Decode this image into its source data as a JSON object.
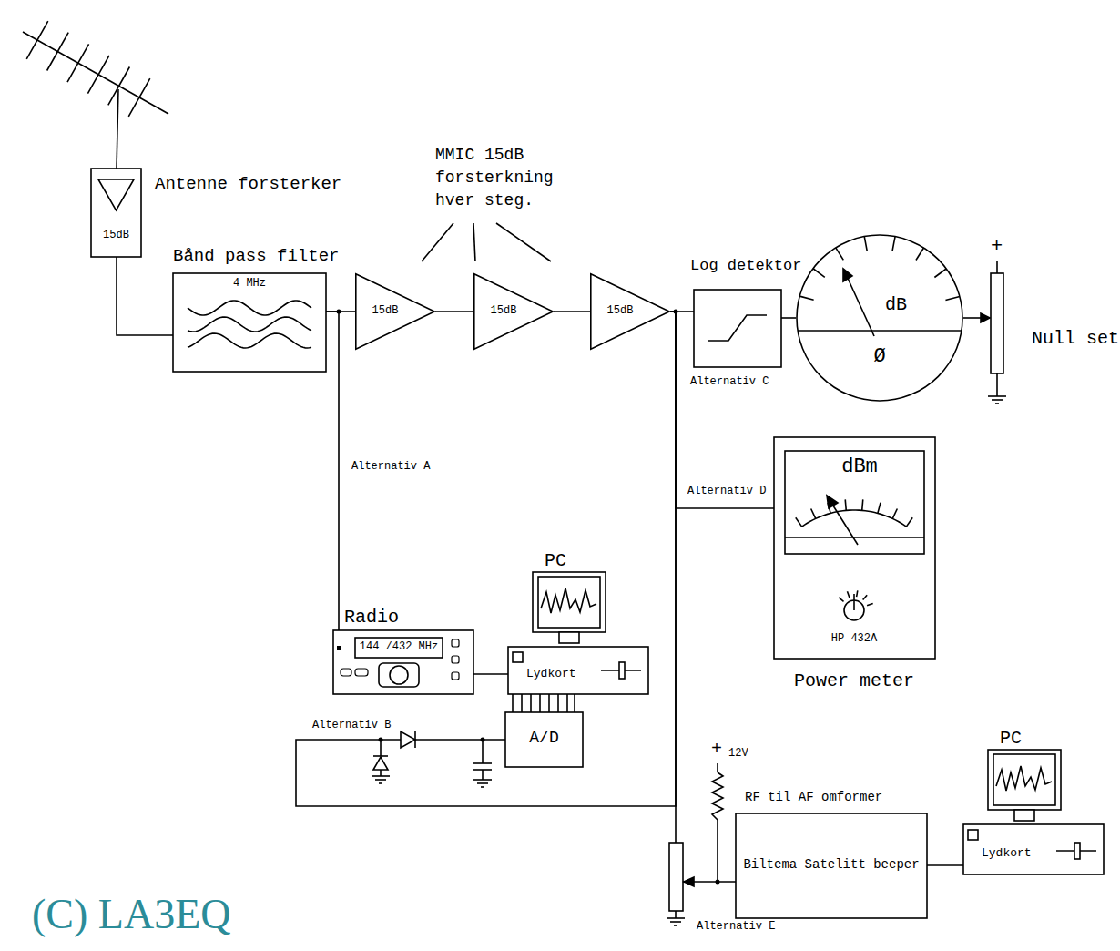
{
  "diagram": {
    "nodes": [
      {
        "text": [
          "Antenne forsterker",
          "15dB"
        ]
      },
      {
        "text": [
          "Bånd pass filter",
          "4 MHz"
        ]
      },
      {
        "text": [
          "15dB"
        ]
      },
      {
        "text": [
          "15dB"
        ]
      },
      {
        "text": [
          "15dB"
        ]
      },
      {
        "text": [
          "Log detektor"
        ]
      },
      {
        "text": [
          "dB",
          "Ø"
        ]
      },
      {
        "text": [
          "dBm",
          "HP 432A",
          "Power meter"
        ]
      },
      {
        "text": [
          "Radio",
          "144 /432 MHz"
        ]
      },
      {
        "text": [
          "PC",
          "Lydkort"
        ]
      },
      {
        "text": [
          "A/D"
        ]
      },
      {
        "text": [
          "RF til AF omformer",
          "Biltema Satelitt beeper"
        ]
      },
      {
        "text": [
          "PC",
          "Lydkort"
        ]
      }
    ],
    "edges": [
      {
        "from": 0,
        "to": 1,
        "arrow": "none"
      },
      {
        "from": 1,
        "to": 2,
        "arrow": "none"
      },
      {
        "from": 2,
        "to": 3,
        "arrow": "none"
      },
      {
        "from": 3,
        "to": 4,
        "arrow": "none"
      },
      {
        "from": 4,
        "to": 5,
        "arrow": "none"
      },
      {
        "from": 5,
        "to": 6,
        "arrow": "none"
      },
      {
        "from": 1,
        "to": 8,
        "arrow": "none"
      },
      {
        "from": 8,
        "to": 9,
        "arrow": "none"
      },
      {
        "from": 10,
        "to": 9,
        "arrow": "none"
      },
      {
        "from": 4,
        "to": 7,
        "arrow": "none"
      },
      {
        "from": 4,
        "to": 10,
        "arrow": "none"
      },
      {
        "from": 4,
        "to": 11,
        "arrow": "none"
      },
      {
        "from": 11,
        "to": 12,
        "arrow": "none"
      }
    ],
    "labels": [
      "MMIC 15dB forsterkning hver steg.",
      "+",
      "Null set",
      "Alternativ C",
      "Alternativ A",
      "Alternativ D",
      "Alternativ B",
      "+",
      "12V",
      "Alternativ E",
      "(C) LA3EQ"
    ]
  }
}
